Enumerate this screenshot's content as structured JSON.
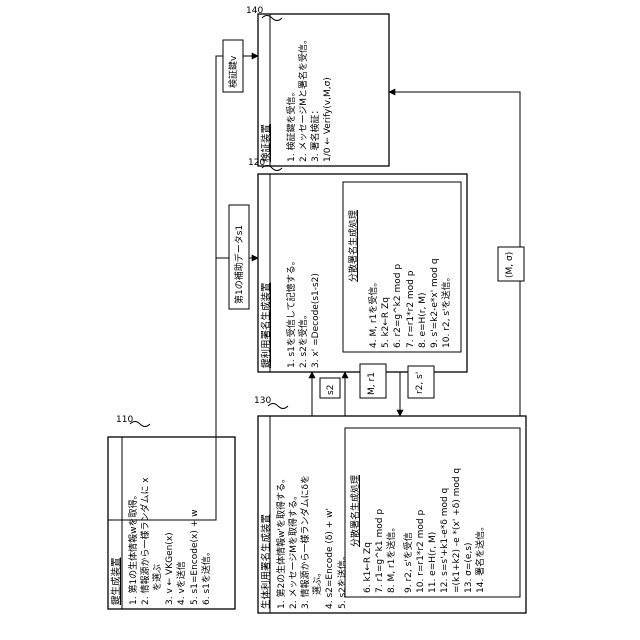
{
  "refs": {
    "r110": "110",
    "r120": "120",
    "r130": "130",
    "r140": "140"
  },
  "dev110": {
    "title": "鍵生成装置",
    "lines": [
      "1. 第1の生体情報wを取得。",
      "2. 情報源から一様ランダムに x",
      "を選ぶ",
      "3. v ← VKGen(x)",
      "4. vを送信",
      "5. s1=Encode(x) + w",
      "6. s1を送信。"
    ]
  },
  "dev130": {
    "title": "生体利用署名生成装置",
    "lines": [
      "1. 第2の生体情報w'を取得する。",
      "2. メッセージMを取得する。",
      "3. 情報源から一様ランダムにδを",
      "選ぶ。",
      "4. s2=Encode (δ) + w'",
      "5. s2を送信。"
    ],
    "sub_title": "分散署名生成処理",
    "sub_lines": [
      "6. k1←R Zq",
      "7. r1=g^k1 mod p",
      "8. M, r1を送信。",
      "9. r2, s'を受信",
      "10. r=r1*r2 mod p",
      "11. e=H(r, M)",
      "12. s=s'+k1-e*δ mod q",
      "=(k1+k2) -e *(x' +δ) mod q",
      "13. σ=(e,s)",
      "14. 署名を送信。"
    ]
  },
  "dev120": {
    "title": "鍵利用署名生成装置",
    "lines": [
      "1. s1を受信して記憶する。",
      "2. s2を受信。",
      "3. x' =Decode(s1-s2)"
    ],
    "sub_title": "分散署名生成処理",
    "sub_lines": [
      "4. M, r1を受信。",
      "5. k2←R Zq",
      "6. r2=g^k2 mod p",
      "7. r=r1*r2 mod p",
      "8. e=H(r, M)",
      "9. s'=k2-e*x' mod q",
      "10. r2, s'を送信。"
    ]
  },
  "dev140": {
    "title": "検証装置",
    "lines": [
      "1. 検証鍵を受信。",
      "2. メッセージMと署名を受信。",
      "3. 署名検証：",
      "1/0 ← Verify(v,M,σ)"
    ]
  },
  "labels": {
    "verify_key": "検証鍵v",
    "aux_data": "第1の補助データs1",
    "s2": "s2",
    "m_r1": "M, r1",
    "r2_s": "r2, s'",
    "m_sigma": "(M, σ)"
  }
}
